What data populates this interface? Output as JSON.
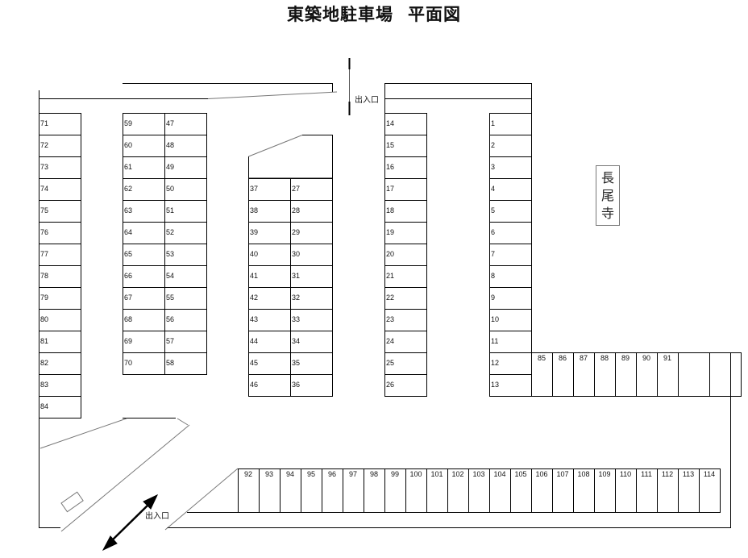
{
  "title": {
    "main": "東築地駐車場",
    "sub": "平面図"
  },
  "gates": {
    "top": "出入口",
    "bottom": "出入口"
  },
  "landmark": {
    "name": [
      "長",
      "尾",
      "寺"
    ]
  },
  "colors": {
    "line": "#000000",
    "diagonal": "#777777",
    "temple_border": "#777777"
  },
  "spaces": {
    "col_71_84": [
      "71",
      "72",
      "73",
      "74",
      "75",
      "76",
      "77",
      "78",
      "79",
      "80",
      "81",
      "82",
      "83",
      "84"
    ],
    "col_59_70": [
      "59",
      "60",
      "61",
      "62",
      "63",
      "64",
      "65",
      "66",
      "67",
      "68",
      "69",
      "70"
    ],
    "col_47_58": [
      "47",
      "48",
      "49",
      "50",
      "51",
      "52",
      "53",
      "54",
      "55",
      "56",
      "57",
      "58"
    ],
    "col_37_46": [
      "37",
      "38",
      "39",
      "40",
      "41",
      "42",
      "43",
      "44",
      "45",
      "46"
    ],
    "col_27_36": [
      "27",
      "28",
      "29",
      "30",
      "31",
      "32",
      "33",
      "34",
      "35",
      "36"
    ],
    "col_14_26": [
      "14",
      "15",
      "16",
      "17",
      "18",
      "19",
      "20",
      "21",
      "22",
      "23",
      "24",
      "25",
      "26"
    ],
    "col_1_13": [
      "1",
      "2",
      "3",
      "4",
      "5",
      "6",
      "7",
      "8",
      "9",
      "10",
      "11",
      "12",
      "13"
    ],
    "row_85_91": [
      "85",
      "86",
      "87",
      "88",
      "89",
      "90",
      "91",
      "",
      ""
    ],
    "row_92_114": [
      "92",
      "93",
      "94",
      "95",
      "96",
      "97",
      "98",
      "99",
      "100",
      "101",
      "102",
      "103",
      "104",
      "105",
      "106",
      "107",
      "108",
      "109",
      "110",
      "111",
      "112",
      "113",
      "114"
    ]
  }
}
